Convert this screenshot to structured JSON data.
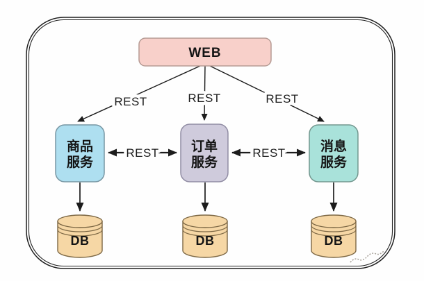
{
  "diagram": {
    "type": "architecture-diagram",
    "nodes": {
      "web": {
        "label": "WEB",
        "fill": "#f8d0ca"
      },
      "product_service": {
        "line1": "商品",
        "line2": "服务",
        "fill": "#aedff0"
      },
      "order_service": {
        "line1": "订单",
        "line2": "服务",
        "fill": "#cfcbdc"
      },
      "message_service": {
        "line1": "消息",
        "line2": "服务",
        "fill": "#a9e2da"
      },
      "db1": {
        "label": "DB",
        "fill": "#f6d7a5"
      },
      "db2": {
        "label": "DB",
        "fill": "#f6d7a5"
      },
      "db3": {
        "label": "DB",
        "fill": "#f6d7a5"
      }
    },
    "connections": {
      "web_to_product": {
        "label": "REST"
      },
      "web_to_order": {
        "label": "REST"
      },
      "web_to_message": {
        "label": "REST"
      },
      "product_to_order": {
        "label": "REST"
      },
      "order_to_message": {
        "label": "REST"
      }
    },
    "colors": {
      "line": "#1c1c1c",
      "frame": "#1f1f1f",
      "web_fill": "#f8d0ca",
      "product_fill": "#aedff0",
      "order_fill": "#cfcbdc",
      "message_fill": "#a9e2da",
      "db_fill": "#f6d7a5"
    }
  }
}
